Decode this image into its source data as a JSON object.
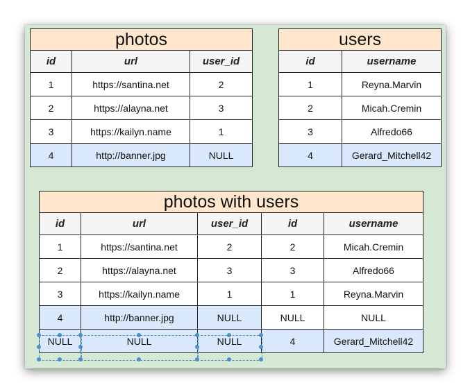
{
  "photos": {
    "title": "photos",
    "headers": [
      "id",
      "url",
      "user_id"
    ],
    "rows": [
      [
        "1",
        "https://santina.net",
        "2"
      ],
      [
        "2",
        "https://alayna.net",
        "3"
      ],
      [
        "3",
        "https://kailyn.name",
        "1"
      ],
      [
        "4",
        "http://banner.jpg",
        "NULL"
      ]
    ]
  },
  "users": {
    "title": "users",
    "headers": [
      "id",
      "username"
    ],
    "rows": [
      [
        "1",
        "Reyna.Marvin"
      ],
      [
        "2",
        "Micah.Cremin"
      ],
      [
        "3",
        "Alfredo66"
      ],
      [
        "4",
        "Gerard_Mitchell42"
      ]
    ]
  },
  "joined": {
    "title": "photos with users",
    "headers": [
      "id",
      "url",
      "user_id",
      "id",
      "username"
    ],
    "rows": [
      [
        "1",
        "https://santina.net",
        "2",
        "2",
        "Micah.Cremin"
      ],
      [
        "2",
        "https://alayna.net",
        "3",
        "3",
        "Alfredo66"
      ],
      [
        "3",
        "https://kailyn.name",
        "1",
        "1",
        "Reyna.Marvin"
      ],
      [
        "4",
        "http://banner.jpg",
        "NULL",
        "NULL",
        "NULL"
      ],
      [
        "NULL",
        "NULL",
        "NULL",
        "4",
        "Gerard_Mitchell42"
      ]
    ]
  },
  "colors": {
    "canvas_bg": "#d5e8d4",
    "title_bg": "#ffe6cc",
    "header_bg": "#f5f5f5",
    "highlight_bg": "#dae8fc",
    "selection": "#4a90c8"
  }
}
